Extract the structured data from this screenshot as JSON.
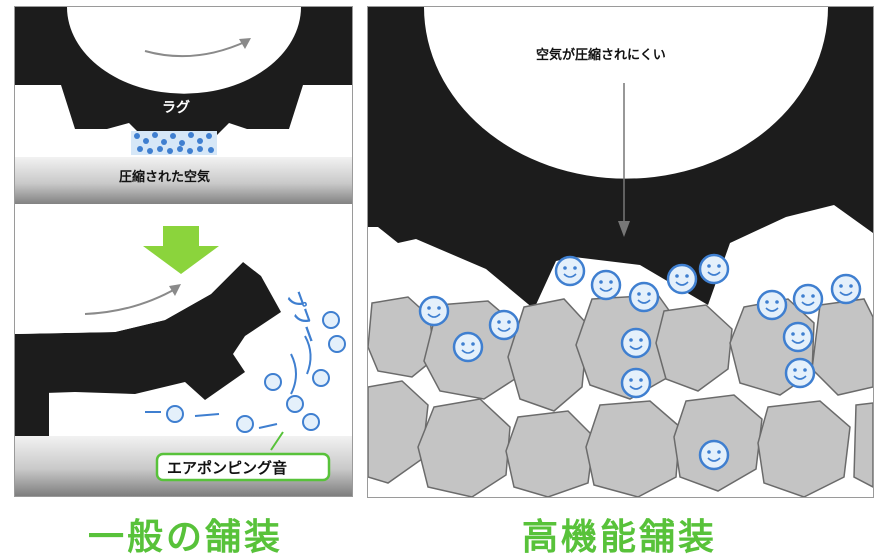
{
  "labels": {
    "lug": "ラグ",
    "compressed_air": "圧縮された空気",
    "pfff": "プフー",
    "air_pumping_noise": "エアポンピング音",
    "hard_to_compress": "空気が圧縮されにくい"
  },
  "captions": {
    "left": "一般の舗装",
    "right": "高機能舗装"
  },
  "colors": {
    "tire": "#1c1c1c",
    "arrow_green": "#8bd43c",
    "caption_green": "#58c23a",
    "bubble_fill": "#e4f0fb",
    "bubble_stroke": "#3f7fd0",
    "aggregate_fill": "#c4c4c4",
    "aggregate_stroke": "#6b6b6b"
  }
}
